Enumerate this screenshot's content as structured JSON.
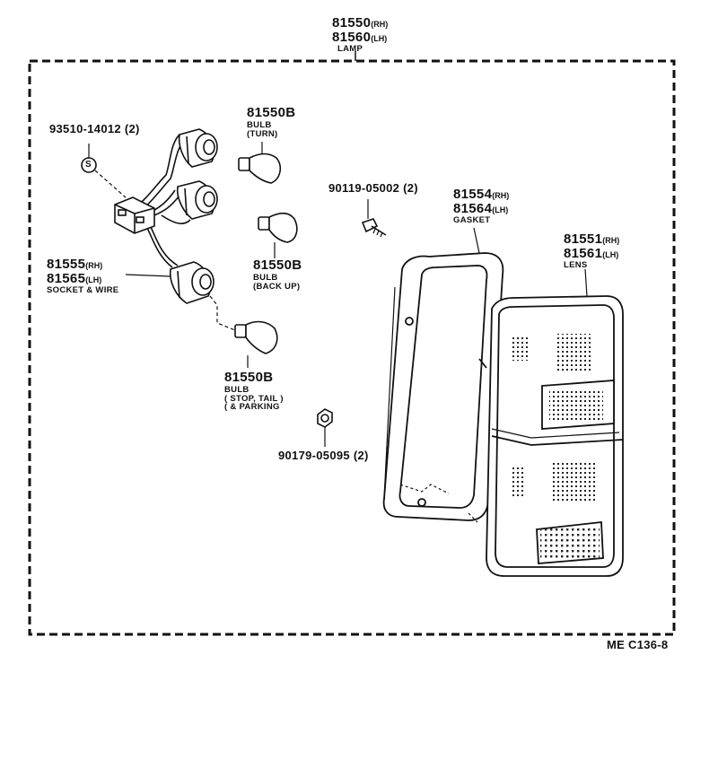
{
  "assembly": {
    "part1": "81550",
    "suffix1": "(RH)",
    "part2": "81560",
    "suffix2": "(LH)",
    "name": "LAMP"
  },
  "screw_s": {
    "part": "93510-14012",
    "qty": "(2)",
    "symbol": "S"
  },
  "bulb_turn": {
    "part": "81550B",
    "line1": "BULB",
    "line2": "(TURN)"
  },
  "bulb_backup": {
    "part": "81550B",
    "line1": "BULB",
    "line2": "(BACK UP)"
  },
  "bulb_stop": {
    "part": "81550B",
    "line1": "BULB",
    "line2": "( STOP, TAIL )",
    "line3": "( & PARKING"
  },
  "socket": {
    "part1": "81555",
    "suffix1": "(RH)",
    "part2": "81565",
    "suffix2": "(LH)",
    "name": "SOCKET & WIRE"
  },
  "screw_top": {
    "part": "90119-05002",
    "qty": "(2)"
  },
  "nut": {
    "part": "90179-05095",
    "qty": "(2)"
  },
  "gasket": {
    "part1": "81554",
    "suffix1": "(RH)",
    "part2": "81564",
    "suffix2": "(LH)",
    "name": "GASKET"
  },
  "lens": {
    "part1": "81551",
    "suffix1": "(RH)",
    "part2": "81561",
    "suffix2": "(LH)",
    "name": "LENS"
  },
  "catalog_code": "ME C136-8"
}
